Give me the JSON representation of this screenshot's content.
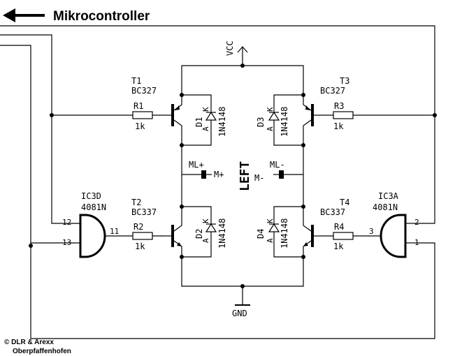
{
  "header": {
    "title": "Mikrocontroller"
  },
  "power": {
    "vcc": "VCC",
    "gnd": "GND"
  },
  "transistors": [
    {
      "id": "T1",
      "type": "BC327"
    },
    {
      "id": "T2",
      "type": "BC337"
    },
    {
      "id": "T3",
      "type": "BC327"
    },
    {
      "id": "T4",
      "type": "BC337"
    }
  ],
  "resistors": [
    {
      "id": "R1",
      "value": "1k"
    },
    {
      "id": "R2",
      "value": "1k"
    },
    {
      "id": "R3",
      "value": "1k"
    },
    {
      "id": "R4",
      "value": "1k"
    }
  ],
  "diodes": [
    {
      "id": "D1",
      "type": "1N4148"
    },
    {
      "id": "D2",
      "type": "1N4148"
    },
    {
      "id": "D3",
      "type": "1N4148"
    },
    {
      "id": "D4",
      "type": "1N4148"
    }
  ],
  "diode_pins": {
    "anode": "A",
    "cathode": "K"
  },
  "gates": [
    {
      "id": "IC3D",
      "type": "4081N",
      "pin_a": "12",
      "pin_b": "13",
      "pin_out": "11"
    },
    {
      "id": "IC3A",
      "type": "4081N",
      "pin_a": "2",
      "pin_b": "1",
      "pin_out": "3"
    }
  ],
  "motor": {
    "ml_plus": "ML+",
    "m_plus": "M+",
    "ml_minus": "ML-",
    "m_minus": "M-",
    "side": "LEFT"
  },
  "copyright": {
    "line1": "© DLR & Arexx",
    "line2": "Oberpfaffenhofen"
  }
}
